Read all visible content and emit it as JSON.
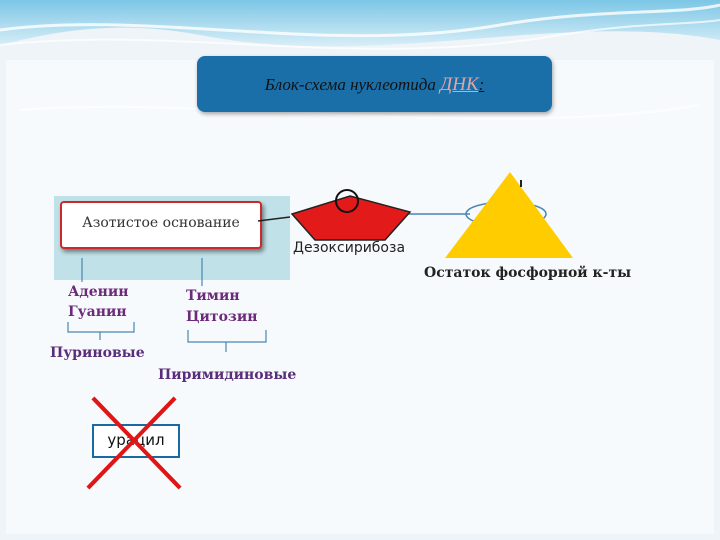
{
  "title": {
    "main": "Блок-схема нуклеотида ",
    "accent": "ДНК",
    "colon": ":"
  },
  "nodes": {
    "base": "Азотистое основание",
    "sugar": "Дезоксирибоза",
    "phosphate": "Остаток фосфорной к-ты",
    "uracil": "урацил"
  },
  "bases": {
    "purine_1": "Аденин",
    "purine_2": "Гуанин",
    "pyrimidine_1": "Тимин",
    "pyrimidine_2": "Цитозин"
  },
  "groups": {
    "purines": "Пуриновые",
    "pyrimidines": "Пиримидиновые"
  },
  "colors": {
    "title_bg": "#1b6fa8",
    "sugar": "#e21a1a",
    "phosphate": "#ffcc00",
    "cross": "#e01515",
    "group_text": "#5a2d7a"
  }
}
